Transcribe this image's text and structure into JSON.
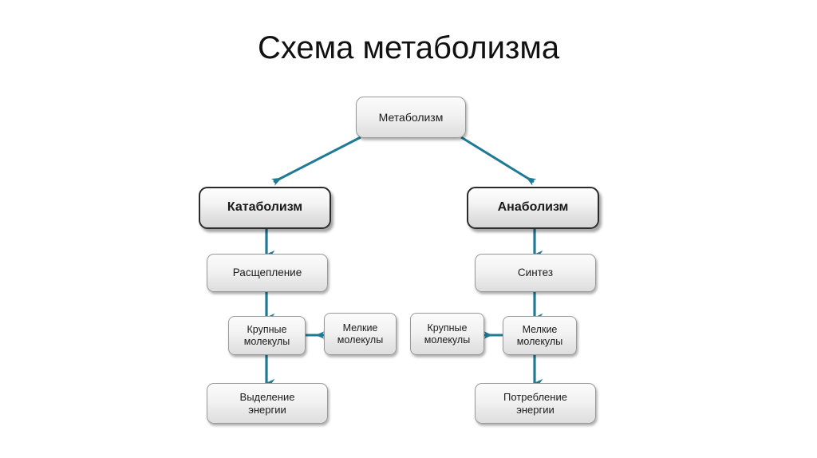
{
  "page": {
    "title": "Схема метаболизма",
    "background_color": "#ffffff"
  },
  "theme": {
    "arrow_color": "#1f7a96",
    "box_border_color": "#9a9a9a",
    "branch_border_color": "#2b2b2b",
    "box_fill_top": "#fbfbfb",
    "box_fill_bottom": "#dedede",
    "text_color": "#1b1b1b"
  },
  "diagram": {
    "nodes": {
      "root": {
        "label": "Метаболизм"
      },
      "catabolism": {
        "label": "Катаболизм"
      },
      "anabolism": {
        "label": "Анаболизм"
      },
      "splitting": {
        "label": "Расщепление"
      },
      "synthesis": {
        "label": "Синтез"
      },
      "left_large": {
        "label": "Крупные\nмолекулы"
      },
      "left_small": {
        "label": "Мелкие\nмолекулы"
      },
      "right_large": {
        "label": "Крупные\nмолекулы"
      },
      "right_small": {
        "label": "Мелкие\nмолекулы"
      },
      "energy_release": {
        "label": "Выделение\nэнергии"
      },
      "energy_consume": {
        "label": "Потребление\nэнергии"
      }
    },
    "edges": [
      {
        "from": "root",
        "to": "catabolism",
        "kind": "diagonal-left"
      },
      {
        "from": "root",
        "to": "anabolism",
        "kind": "diagonal-right"
      },
      {
        "from": "catabolism",
        "to": "splitting",
        "kind": "vertical"
      },
      {
        "from": "anabolism",
        "to": "synthesis",
        "kind": "vertical"
      },
      {
        "from": "splitting",
        "to": "left_large",
        "kind": "vertical"
      },
      {
        "from": "synthesis",
        "to": "right_small",
        "kind": "vertical"
      },
      {
        "from": "left_large",
        "to": "left_small",
        "kind": "horizontal-right"
      },
      {
        "from": "right_small",
        "to": "right_large",
        "kind": "horizontal-left"
      },
      {
        "from": "left_large",
        "to": "energy_release",
        "kind": "vertical"
      },
      {
        "from": "right_small",
        "to": "energy_consume",
        "kind": "vertical"
      }
    ]
  }
}
